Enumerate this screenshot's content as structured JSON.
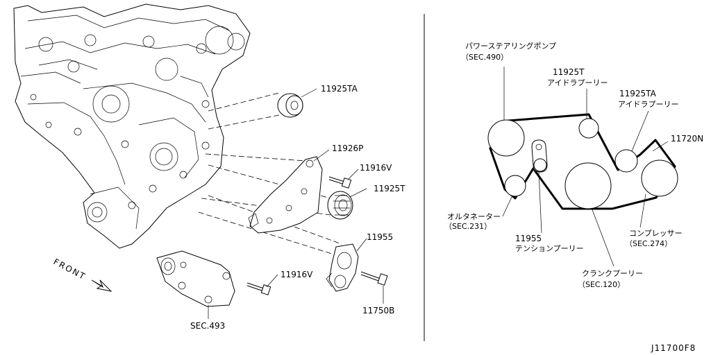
{
  "diagram_code": "J11700F8",
  "front_label": "FRONT",
  "exploded_view": {
    "labels": {
      "p11925TA": "11925TA",
      "p11926P": "11926P",
      "p11916V_top": "11916V",
      "p11925T": "11925T",
      "p11955": "11955",
      "p11916V_bottom": "11916V",
      "p11750B": "11750B",
      "sec493": "SEC.493"
    }
  },
  "belt_routing": {
    "power_steering_pump": {
      "name": "パワーステアリングポンプ",
      "sec": "（SEC.490）"
    },
    "idler_11925T": {
      "part": "11925T",
      "name": "アイドラプーリー"
    },
    "idler_11925TA": {
      "part": "11925TA",
      "name": "アイドラプーリー"
    },
    "belt_11720N": "11720N",
    "alternator": {
      "name": "オルタネーター",
      "sec": "（SEC.231）"
    },
    "tensioner_11955": {
      "part": "11955",
      "name": "テンションプーリー"
    },
    "compressor": {
      "name": "コンプレッサー",
      "sec": "（SEC.274）"
    },
    "crank_pulley": {
      "name": "クランクプーリー",
      "sec": "（SEC.120）"
    }
  }
}
